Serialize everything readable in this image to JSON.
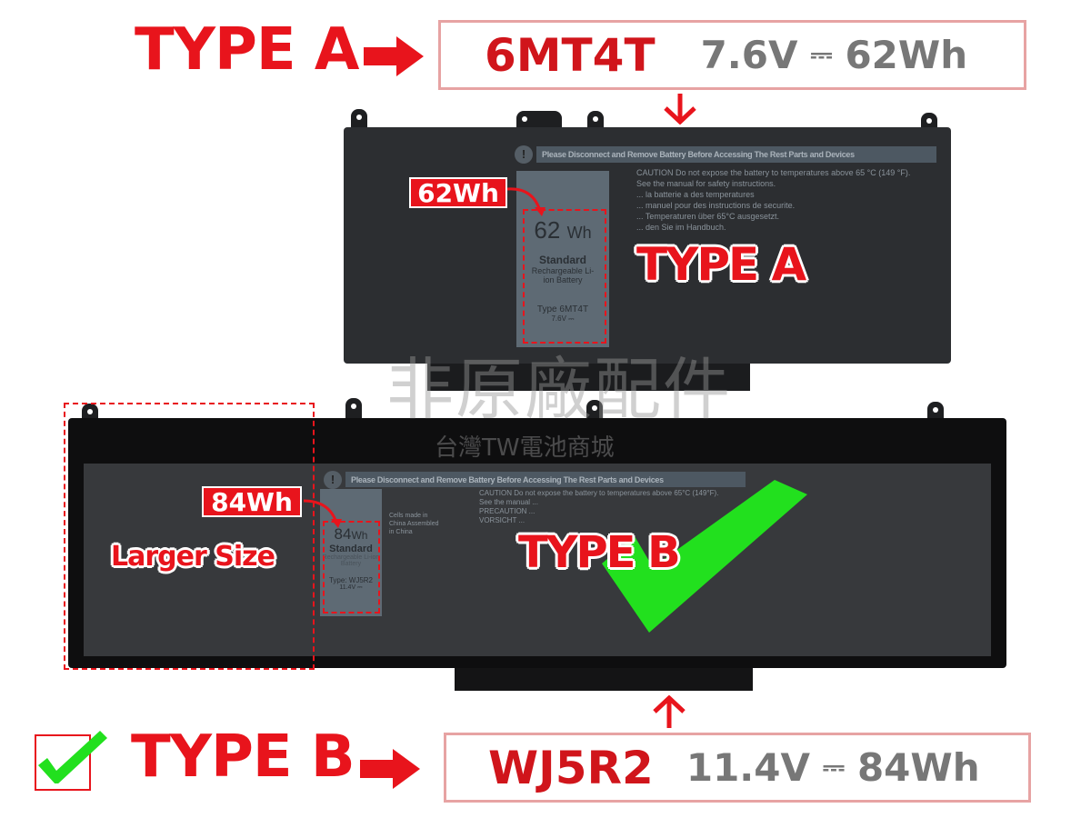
{
  "top": {
    "type_label": "TYPE A",
    "model": "6MT4T",
    "voltage": "7.6V",
    "dc_symbol": "⎓",
    "capacity": "62Wh"
  },
  "battery_a": {
    "warning_strip": "Please Disconnect and Remove Battery Before Accessing The Rest Parts and Devices",
    "badge": "62Wh",
    "overlay_label": "TYPE A",
    "label_capacity": "62",
    "label_unit": "Wh",
    "label_standard": "Standard",
    "label_desc": "Rechargeable Li-ion Battery",
    "label_type": "Type 6MT4T",
    "label_voltage": "7.6V ⎓",
    "caution_lines": [
      "CAUTION Do not expose the battery to temperatures above 65 °C (149 °F).",
      "See the manual for safety instructions.",
      "... la batterie a des temperatures",
      "... manuel pour des instructions de securite.",
      "... Temperaturen über 65°C ausgesetzt.",
      "... den Sie im Handbuch."
    ]
  },
  "watermark": {
    "line1": "非原廠配件",
    "line2": "台灣TW電池商城"
  },
  "battery_b": {
    "warning_strip": "Please Disconnect and Remove Battery Before Accessing The Rest Parts and Devices",
    "badge": "84Wh",
    "larger_size": "Larger Size",
    "overlay_label": "TYPE B",
    "label_capacity": "84",
    "label_unit": "Wh",
    "label_standard": "Standard",
    "label_desc": "Rechargeable Li-ion Battery",
    "label_type": "Type: WJ5R2",
    "label_voltage": "11.4V ⎓",
    "caution_lines": [
      "CAUTION Do not expose the battery to temperatures above 65°C (149°F).",
      "See the manual ...",
      "PRECAUTION ...",
      "VORSICHT ..."
    ],
    "cells_text": "Cells made in China Assembled in China"
  },
  "bottom": {
    "type_label": "TYPE B",
    "model": "WJ5R2",
    "voltage": "11.4V",
    "dc_symbol": "⎓",
    "capacity": "84Wh"
  },
  "colors": {
    "red": "#e8141c",
    "green_check": "#22e01e",
    "battery": "#2c2e31",
    "box_border": "#e7a3a3"
  }
}
